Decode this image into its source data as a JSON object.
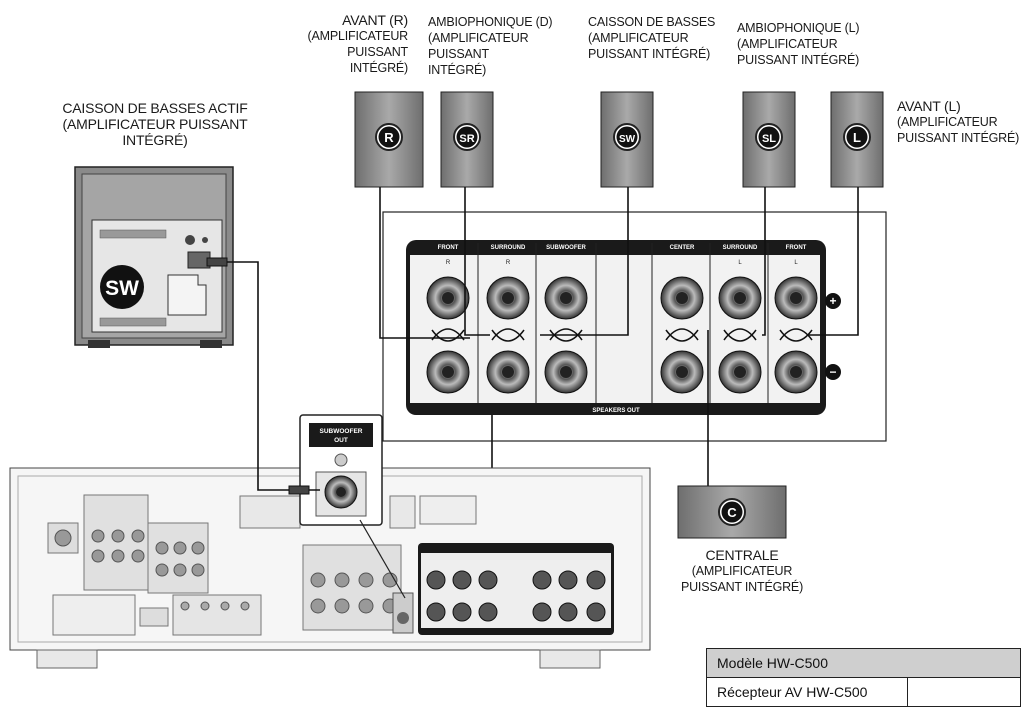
{
  "labels": {
    "front_right": {
      "line1": "AVANT (R)",
      "line2": "(AMPLIFICATEUR PUISSANT",
      "line3": "INTÉGRÉ)"
    },
    "surround_right": {
      "line1": "AMBIOPHONIQUE (D)",
      "line2": "(AMPLIFICATEUR PUISSANT",
      "line3": "INTÉGRÉ)"
    },
    "subwoofer": {
      "line1": "CAISSON DE BASSES",
      "line2": "(AMPLIFICATEUR",
      "line3": "PUISSANT INTÉGRÉ)"
    },
    "surround_left": {
      "line1": "AMBIOPHONIQUE (L)",
      "line2": "(AMPLIFICATEUR",
      "line3": "PUISSANT INTÉGRÉ)"
    },
    "front_left": {
      "line1": "AVANT (L)",
      "line2": "(AMPLIFICATEUR",
      "line3": "PUISSANT INTÉGRÉ)"
    },
    "active_sub": {
      "line1": "CAISSON DE BASSES ACTIF",
      "line2": "(AMPLIFICATEUR PUISSANT",
      "line3": "INTÉGRÉ)"
    },
    "center": {
      "line1": "CENTRALE",
      "line2": "(AMPLIFICATEUR",
      "line3": "PUISSANT INTÉGRÉ)"
    }
  },
  "speaker_badges": {
    "R": "R",
    "SR": "SR",
    "SW": "SW",
    "SL": "SL",
    "L": "L",
    "C": "C",
    "active_sw": "SW"
  },
  "panel": {
    "headers": [
      "FRONT",
      "SURROUND",
      "SUBWOOFER",
      "CENTER",
      "SURROUND",
      "FRONT"
    ],
    "subheaders": [
      "R",
      "R",
      "",
      "",
      "L",
      "L"
    ],
    "footer": "SPEAKERS OUT",
    "plus": "+",
    "minus": "−"
  },
  "subwoofer_out": {
    "line1": "SUBWOOFER",
    "line2": "OUT"
  },
  "model_table": {
    "row1": "Modèle HW-C500",
    "row2": "Récepteur AV HW-C500",
    "row2_extra": ""
  }
}
